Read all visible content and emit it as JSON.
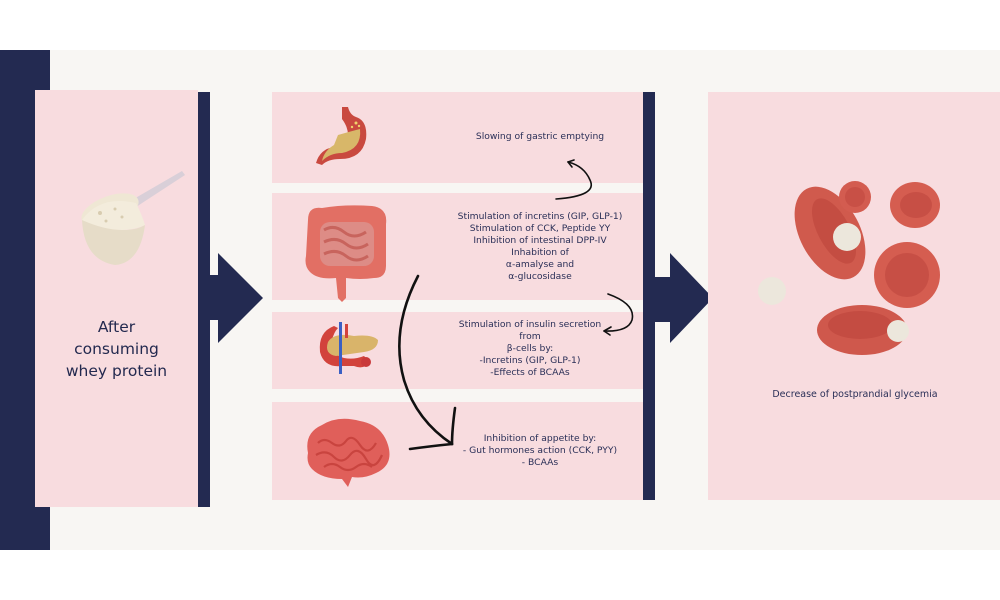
{
  "diagram": {
    "start": {
      "label_lines": [
        "After",
        "consuming",
        "whey protein"
      ],
      "icon": "whey-protein-scoop-icon"
    },
    "mechanisms": [
      {
        "icon": "stomach-icon",
        "lines": [
          "Slowing of gastric emptying"
        ]
      },
      {
        "icon": "intestine-icon",
        "lines": [
          "Stimulation of incretins (GIP, GLP-1)",
          "Stimulation of CCK, Peptide YY",
          "Inhibition of intestinal DPP-IV",
          "Inhabition of",
          "α-amalyse and",
          "α-glucosidase"
        ]
      },
      {
        "icon": "pancreas-icon",
        "lines": [
          "Stimulation of insulin secretion",
          "from",
          "β-cells by:",
          "-Incretins (GIP, GLP-1)",
          "-Effects of BCAAs"
        ]
      },
      {
        "icon": "brain-icon",
        "lines": [
          "Inhibition of appetite by:",
          "- Gut hormones action (CCK, PYY)",
          "- BCAAs"
        ]
      }
    ],
    "outcome": {
      "icon": "blood-cells-icon",
      "label": "Decrease of postprandial glycemia"
    },
    "colors": {
      "navy": "#232a51",
      "pink": "#f8dcdf",
      "background": "#f8f6f3",
      "organ_red": "#e0675e"
    }
  }
}
